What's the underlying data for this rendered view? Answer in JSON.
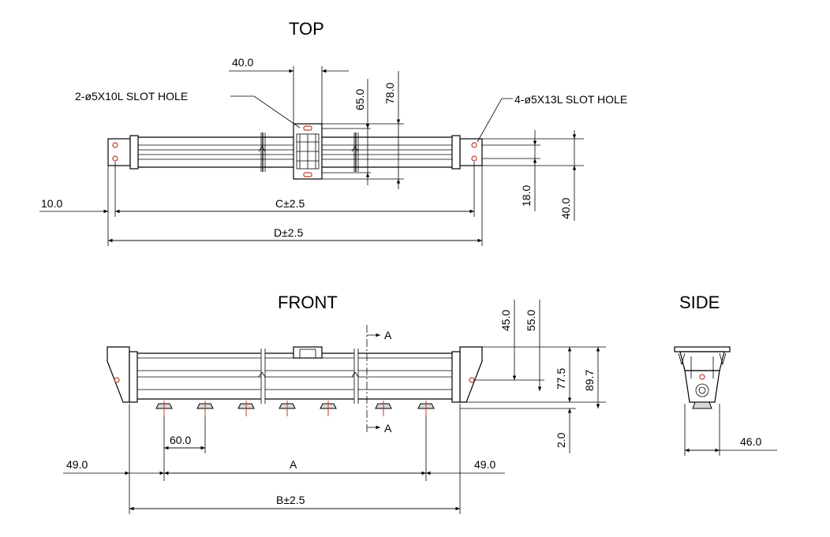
{
  "views": {
    "top": "TOP",
    "front": "FRONT",
    "side": "SIDE"
  },
  "top_view": {
    "slot_hole_center": "2-ø5X10L SLOT HOLE",
    "slot_hole_ends": "4-ø5X13L SLOT HOLE",
    "dim_40": "40.0",
    "dim_65": "65.0",
    "dim_78": "78.0",
    "dim_10": "10.0",
    "dim_c": "C±2.5",
    "dim_d": "D±2.5",
    "dim_18": "18.0",
    "dim_40v": "40.0"
  },
  "front_view": {
    "section_a_top": "A",
    "section_a_bottom": "A",
    "dim_45": "45.0",
    "dim_55": "55.0",
    "dim_77_5": "77.5",
    "dim_89_7": "89.7",
    "dim_2": "2.0",
    "dim_60": "60.0",
    "dim_49_left": "49.0",
    "dim_a": "A",
    "dim_49_right": "49.0",
    "dim_b": "B±2.5"
  },
  "side_view": {
    "dim_46": "46.0"
  },
  "colors": {
    "line": "#000000",
    "hole": "#c0392b"
  }
}
